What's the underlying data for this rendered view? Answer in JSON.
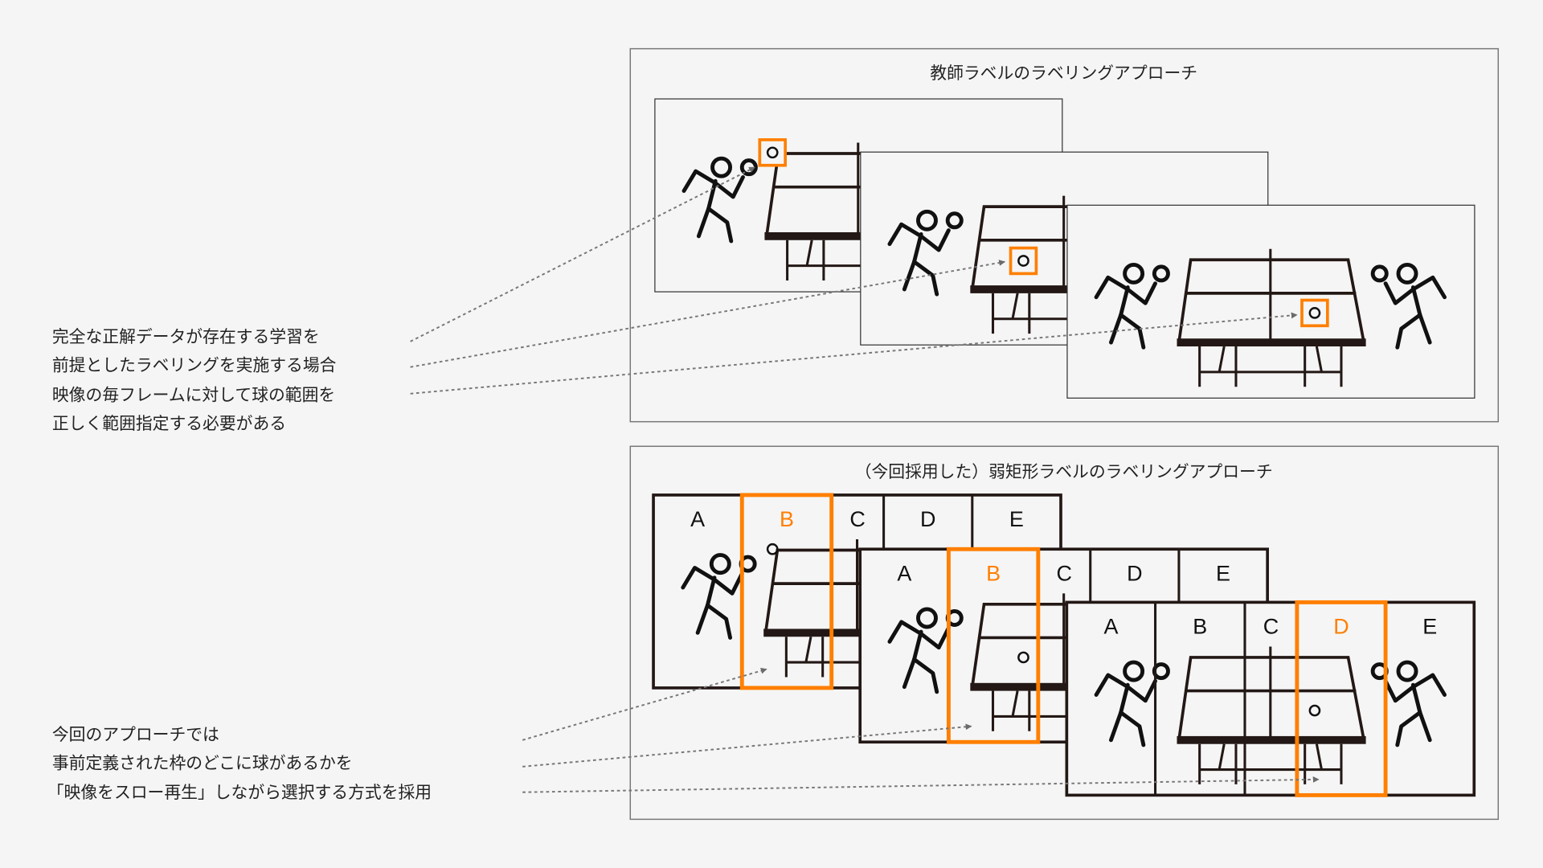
{
  "colors": {
    "accent": "#ff7f00",
    "line": "#231815",
    "dotted": "#777777",
    "background": "#f5f5f5"
  },
  "top_section": {
    "title": "教師ラベルのラベリングアプローチ",
    "description": [
      "完全な正解データが存在する学習を",
      "前提としたラベリングを実施する場合",
      "映像の毎フレームに対して球の範囲を",
      "正しく範囲指定する必要がある"
    ]
  },
  "bottom_section": {
    "title": "（今回採用した）弱矩形ラベルのラベリングアプローチ",
    "description": [
      "今回のアプローチでは",
      "事前定義された枠のどこに球があるかを",
      "「映像をスロー再生」しながら選択する方式を採用"
    ],
    "columns": [
      "A",
      "B",
      "C",
      "D",
      "E"
    ],
    "frames": [
      {
        "selected": "B"
      },
      {
        "selected": "B"
      },
      {
        "selected": "D"
      }
    ]
  }
}
